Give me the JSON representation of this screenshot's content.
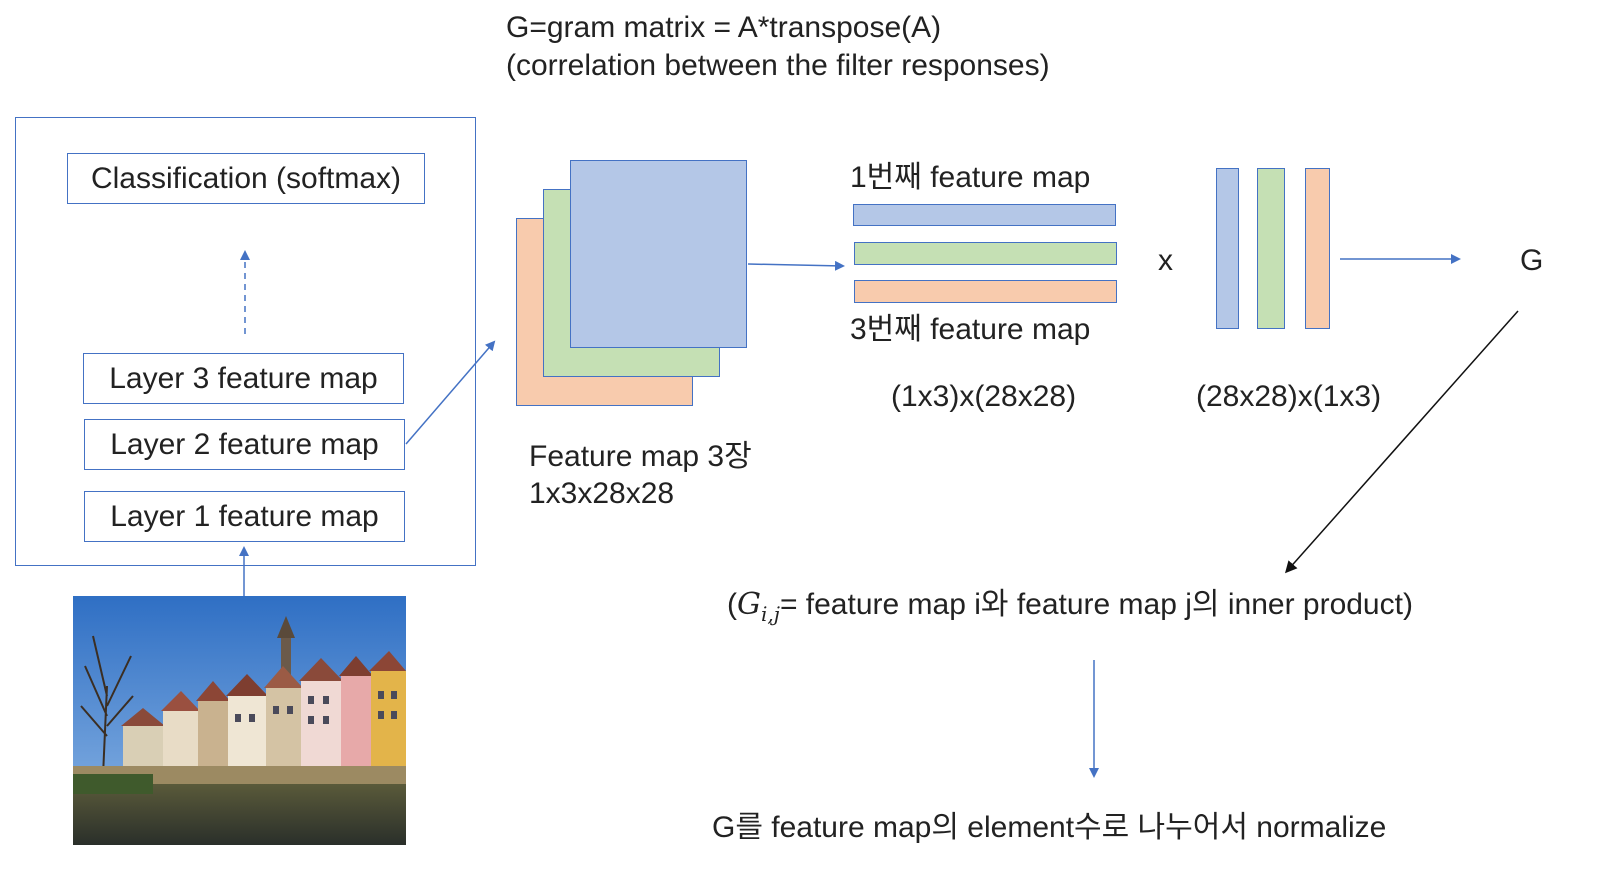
{
  "header": {
    "line1": "G=gram matrix = A*transpose(A)",
    "line2": "(correlation between the filter responses)"
  },
  "network": {
    "classification_label": "Classification (softmax)",
    "layers": [
      {
        "label": "Layer 3 feature map"
      },
      {
        "label": "Layer 2 feature map"
      },
      {
        "label": "Layer 1 feature map"
      }
    ]
  },
  "stack": {
    "caption_line1": "Feature map 3장",
    "caption_line2": "1x3x28x28"
  },
  "rows": {
    "top_label": "1번째 feature map",
    "bottom_label": "3번째 feature map",
    "shape_label": "(1x3)x(28x28)"
  },
  "multiply_symbol": "x",
  "columns": {
    "shape_label": "(28x28)x(1x3)"
  },
  "result_label": "G",
  "formula": {
    "open": "(",
    "symbol": "G",
    "subscript": "i,j",
    "rest": "= feature map i와 feature map j의 inner product)"
  },
  "normalize_text": "G를 feature map의 element수로 나누어서 normalize",
  "colors": {
    "border_blue": "#4472c4",
    "fill_blue": "#b4c7e7",
    "fill_green": "#c5e0b4",
    "fill_orange": "#f8cbad"
  },
  "photo": {
    "icon": "photo-of-riverside-town-icon"
  }
}
